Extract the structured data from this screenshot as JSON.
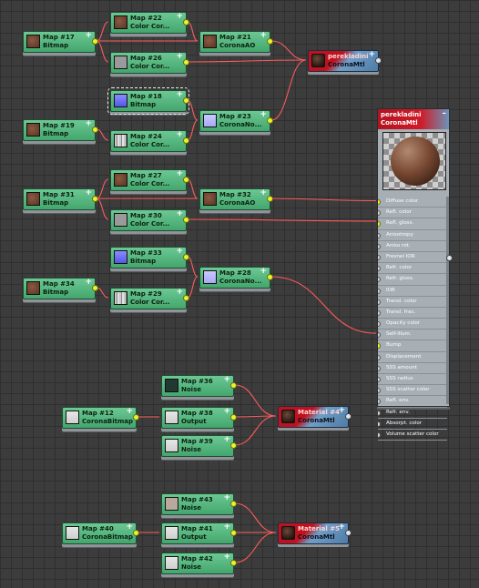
{
  "colors": {
    "node_green": "#55b47d",
    "wire": "#ff5a5a",
    "port_yellow": "#e7f52e",
    "mtl_red": "#c0121e",
    "mtl_blue": "#6f9ec7"
  },
  "nodes": [
    {
      "id": "map17",
      "line1": "Map #17",
      "line2": "Bitmap",
      "thumb": "brown"
    },
    {
      "id": "map22",
      "line1": "Map #22",
      "line2": "Color Cor...",
      "thumb": "brown"
    },
    {
      "id": "map26",
      "line1": "Map #26",
      "line2": "Color Cor...",
      "thumb": "gray"
    },
    {
      "id": "map21",
      "line1": "Map #21",
      "line2": "CoronaAO",
      "thumb": "brown"
    },
    {
      "id": "map18",
      "line1": "Map #18",
      "line2": "Bitmap",
      "thumb": "blue"
    },
    {
      "id": "map19",
      "line1": "Map #19",
      "line2": "Bitmap",
      "thumb": "brown"
    },
    {
      "id": "map24",
      "line1": "Map #24",
      "line2": "Color Cor...",
      "thumb": "texture"
    },
    {
      "id": "map23",
      "line1": "Map #23",
      "line2": "CoronaNo...",
      "thumb": "lightblue"
    },
    {
      "id": "map27",
      "line1": "Map #27",
      "line2": "Color Cor...",
      "thumb": "brown"
    },
    {
      "id": "map31",
      "line1": "Map #31",
      "line2": "Bitmap",
      "thumb": "brown"
    },
    {
      "id": "map30",
      "line1": "Map #30",
      "line2": "Color Cor...",
      "thumb": "gray"
    },
    {
      "id": "map32",
      "line1": "Map #32",
      "line2": "CoronaAO",
      "thumb": "brown"
    },
    {
      "id": "map33",
      "line1": "Map #33",
      "line2": "Bitmap",
      "thumb": "blue"
    },
    {
      "id": "map34",
      "line1": "Map #34",
      "line2": "Bitmap",
      "thumb": "brown"
    },
    {
      "id": "map29",
      "line1": "Map #29",
      "line2": "Color Cor...",
      "thumb": "texture"
    },
    {
      "id": "map28",
      "line1": "Map #28",
      "line2": "CoronaNo...",
      "thumb": "lightblue"
    },
    {
      "id": "map36",
      "line1": "Map #36",
      "line2": "Noise",
      "thumb": "dark"
    },
    {
      "id": "map12",
      "line1": "Map #12",
      "line2": "CoronaBitmap",
      "thumb": "white"
    },
    {
      "id": "map38",
      "line1": "Map #38",
      "line2": "Output",
      "thumb": "white"
    },
    {
      "id": "map39",
      "line1": "Map #39",
      "line2": "Noise",
      "thumb": "white"
    },
    {
      "id": "map43",
      "line1": "Map #43",
      "line2": "Noise",
      "thumb": "tan"
    },
    {
      "id": "map40",
      "line1": "Map #40",
      "line2": "CoronaBitmap",
      "thumb": "white"
    },
    {
      "id": "map41",
      "line1": "Map #41",
      "line2": "Output",
      "thumb": "white"
    },
    {
      "id": "map42",
      "line1": "Map #42",
      "line2": "Noise",
      "thumb": "white"
    }
  ],
  "materials": [
    {
      "id": "mtl_top",
      "line1": "perekladini",
      "line2": "CoronaMtl"
    },
    {
      "id": "mtl_mid",
      "line1": "Material #4",
      "line2": "CoronaMtl"
    },
    {
      "id": "mtl_bot",
      "line1": "Material #5",
      "line2": "CoronaMtl"
    }
  ],
  "big_material": {
    "name": "perekladini",
    "type": "CoronaMtl",
    "slots": [
      "Diffuse color",
      "Refl. color",
      "Refl. gloss.",
      "Anisotropy",
      "Aniso rot.",
      "Fresnel IOR",
      "Refr. color",
      "Refr. gloss.",
      "IOR",
      "Transl. color",
      "Transl. frac.",
      "Opacity color",
      "Self-illum.",
      "Bump",
      "Displacement",
      "SSS amount",
      "SSS radius",
      "SSS scatter color",
      "Refl. env.",
      "Refr. env.",
      "Absorpt. color",
      "Volume scatter color"
    ],
    "connected_slots": [
      "Diffuse color",
      "Refl. gloss.",
      "Bump"
    ]
  }
}
